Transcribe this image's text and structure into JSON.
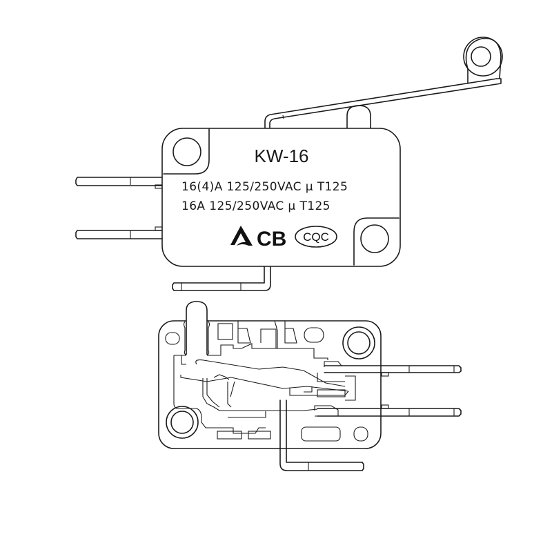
{
  "drawing": {
    "title": "Microswitch with roller lever - technical drawing",
    "line_color": "#1a1a1a",
    "background": "#ffffff"
  },
  "top_view": {
    "model_label": "KW-16",
    "rating_lines": [
      "16(4)A 125/250VAC µ T125",
      "16A 125/250VAC µ T125"
    ],
    "certification_marks": {
      "triangle_mark": "triangle-logo",
      "cb": "CB",
      "cqc": "CQC"
    },
    "components": [
      "roller-lever",
      "roller",
      "plunger",
      "mounting-hole-left",
      "mounting-hole-right",
      "terminal-no",
      "terminal-nc",
      "terminal-com"
    ]
  },
  "bottom_view": {
    "components": [
      "plunger",
      "housing",
      "mounting-hole-large-left",
      "mounting-hole-large-right",
      "contact-spring",
      "terminal-upper",
      "terminal-lower",
      "terminal-com-bent"
    ]
  }
}
